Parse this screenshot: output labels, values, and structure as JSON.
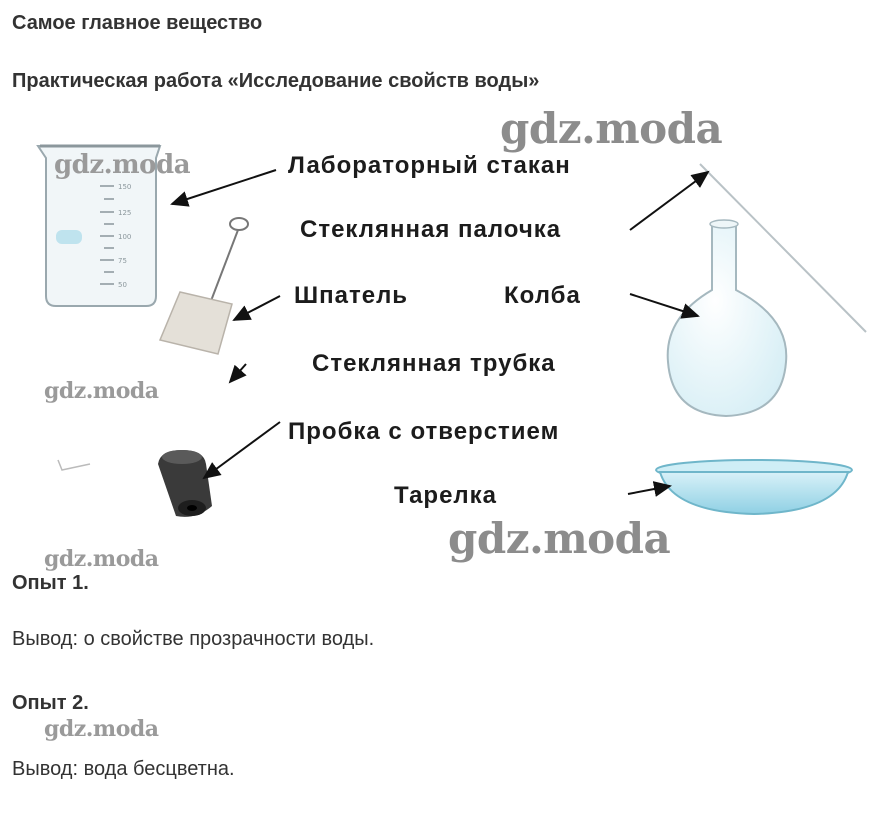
{
  "header": {
    "title": "Самое главное вещество",
    "subtitle": "Практическая работа «Исследование свойств воды»"
  },
  "figure": {
    "labels": {
      "beaker": "Лабораторный стакан",
      "glass_rod": "Стеклянная палочка",
      "spatula": "Шпатель",
      "flask": "Колба",
      "glass_tube": "Стеклянная трубка",
      "stopper": "Пробка с отверстием",
      "dish": "Тарелка"
    },
    "beaker_scale": [
      "150",
      "125",
      "100",
      "75",
      "50"
    ],
    "watermark": "gdz.moda"
  },
  "experiments": [
    {
      "title": "Опыт 1.",
      "conclusion": "Вывод: о свойстве прозрачности воды."
    },
    {
      "title": "Опыт 2.",
      "conclusion": "Вывод: вода бесцветна."
    }
  ],
  "colors": {
    "water": "#a9dcea",
    "arrow": "#111111",
    "watermark": "#9a9a9a"
  }
}
